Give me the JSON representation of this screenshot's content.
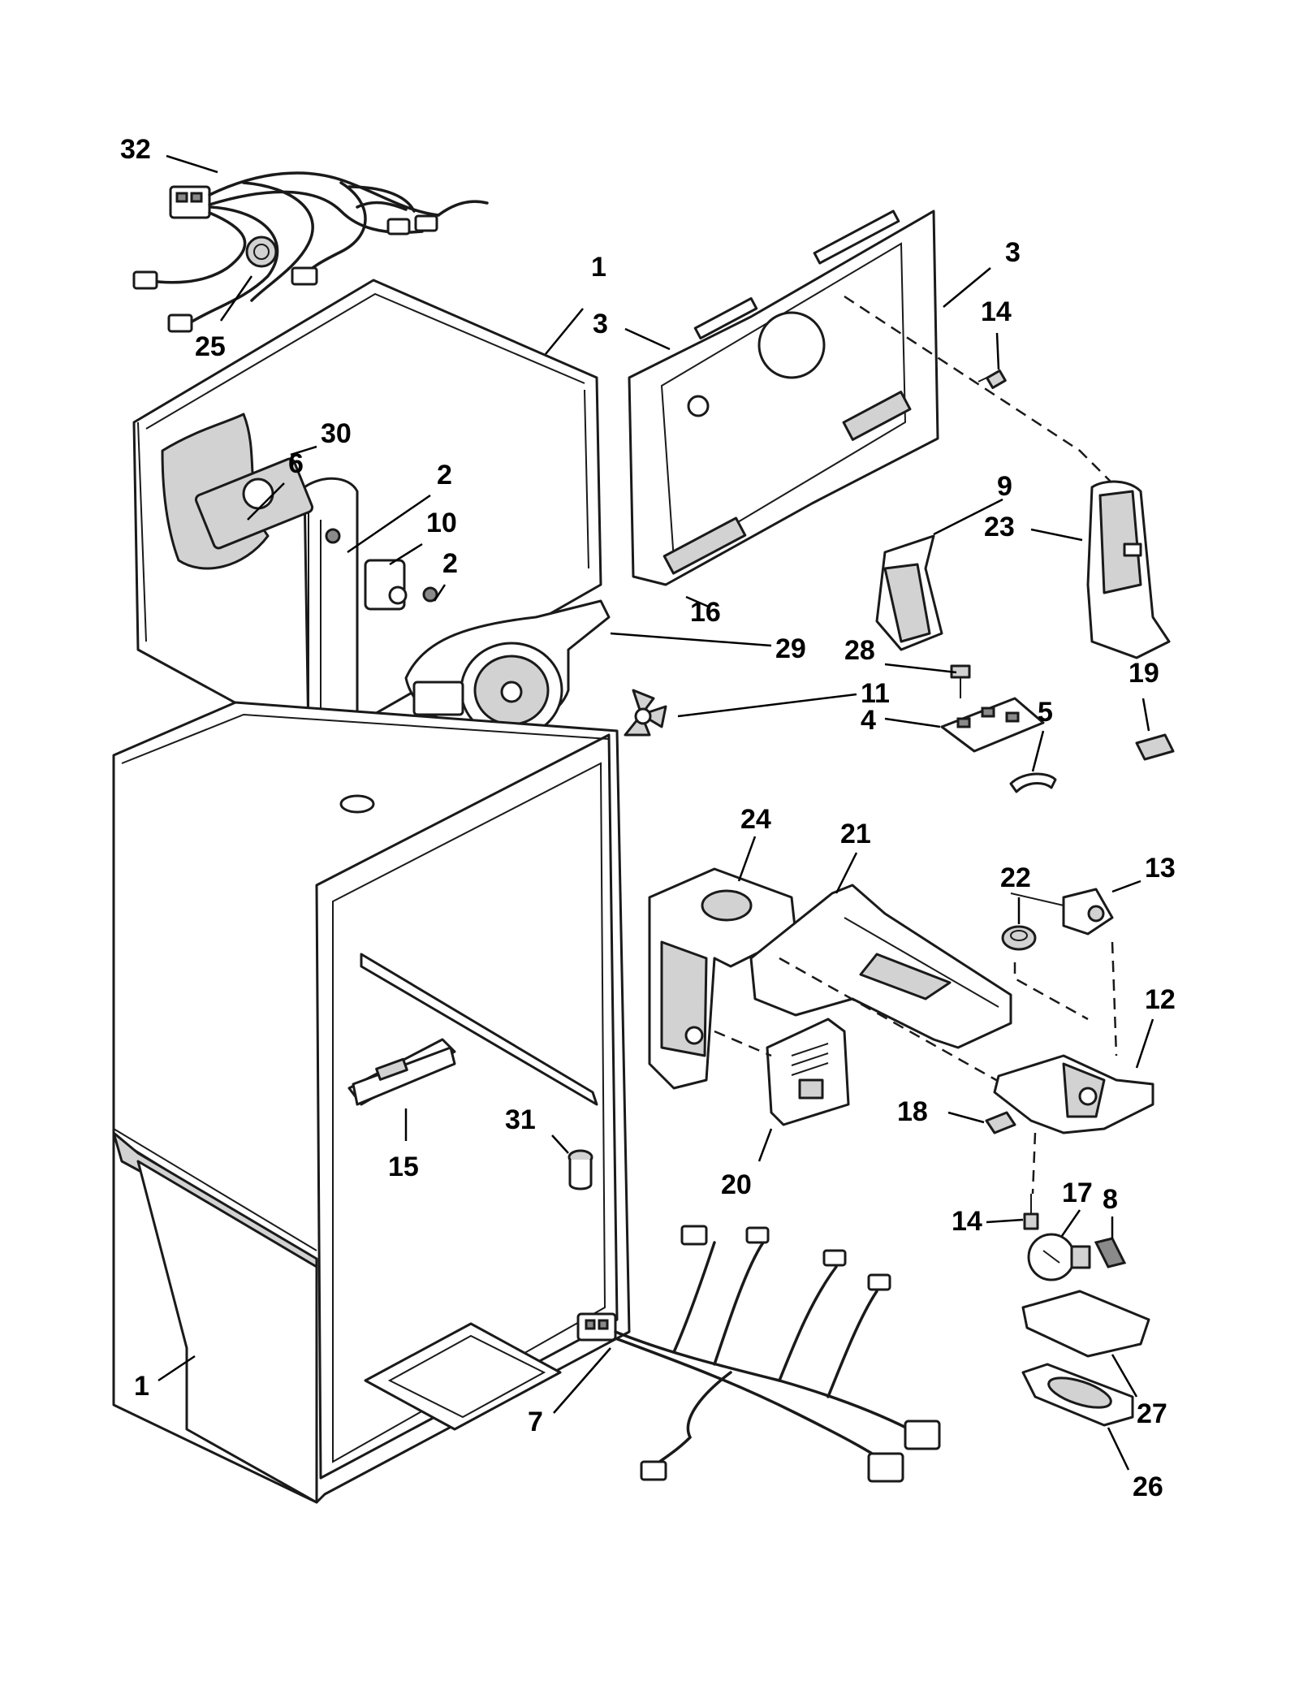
{
  "callouts": [
    {
      "id": "c32a",
      "text": "32"
    },
    {
      "id": "c25",
      "text": "25"
    },
    {
      "id": "c1a",
      "text": "1"
    },
    {
      "id": "c3a",
      "text": "3"
    },
    {
      "id": "c3b",
      "text": "3"
    },
    {
      "id": "c14a",
      "text": "14"
    },
    {
      "id": "c30",
      "text": "30"
    },
    {
      "id": "c6",
      "text": "6"
    },
    {
      "id": "c2a",
      "text": "2"
    },
    {
      "id": "c10",
      "text": "10"
    },
    {
      "id": "c2b",
      "text": "2"
    },
    {
      "id": "c9",
      "text": "9"
    },
    {
      "id": "c23",
      "text": "23"
    },
    {
      "id": "c16",
      "text": "16"
    },
    {
      "id": "c29",
      "text": "29"
    },
    {
      "id": "c28",
      "text": "28"
    },
    {
      "id": "c19",
      "text": "19"
    },
    {
      "id": "c11",
      "text": "11"
    },
    {
      "id": "c4",
      "text": "4"
    },
    {
      "id": "c5",
      "text": "5"
    },
    {
      "id": "c24",
      "text": "24"
    },
    {
      "id": "c21",
      "text": "21"
    },
    {
      "id": "c22",
      "text": "22"
    },
    {
      "id": "c13",
      "text": "13"
    },
    {
      "id": "c12",
      "text": "12"
    },
    {
      "id": "c31",
      "text": "31"
    },
    {
      "id": "c18",
      "text": "18"
    },
    {
      "id": "c15",
      "text": "15"
    },
    {
      "id": "c20",
      "text": "20"
    },
    {
      "id": "c14b",
      "text": "14"
    },
    {
      "id": "c17",
      "text": "17"
    },
    {
      "id": "c8",
      "text": "8"
    },
    {
      "id": "c1b",
      "text": "1"
    },
    {
      "id": "c7",
      "text": "7"
    },
    {
      "id": "c27",
      "text": "27"
    },
    {
      "id": "c26",
      "text": "26"
    }
  ]
}
